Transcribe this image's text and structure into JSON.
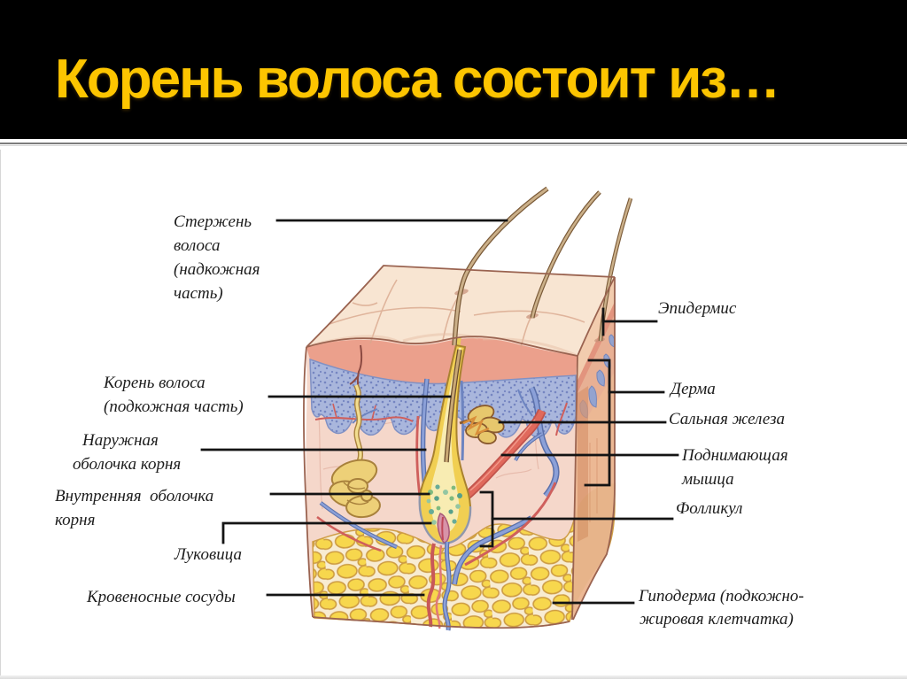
{
  "slide": {
    "title": "Корень волоса состоит из…"
  },
  "labels": {
    "shaft": [
      "Стержень",
      "волоса",
      "(надкожная",
      "часть)"
    ],
    "root": [
      "Корень волоса",
      "(подкожная часть)"
    ],
    "outer_sheath": [
      "Наружная",
      "оболочка корня"
    ],
    "inner_sheath": [
      "Внутренняя  оболочка",
      "корня"
    ],
    "bulb": [
      "Луковица"
    ],
    "vessels": [
      "Кровеносные сосуды"
    ],
    "epidermis": [
      "Эпидермис"
    ],
    "derma": [
      "Дерма"
    ],
    "sebaceous": [
      "Сальная железа"
    ],
    "muscle": [
      "Поднимающая",
      "мышца"
    ],
    "follicle": [
      "Фолликул"
    ],
    "hypoderm": [
      "Гиподерма (подкожно-",
      "жировая клетчатка)"
    ]
  },
  "colors": {
    "background": "#ffffff",
    "header_bg": "#000000",
    "title_gold": "#fdc500",
    "label_ink": "#1d1d1d",
    "leader_line": "#141414",
    "skin_cream": "#f8e5d2",
    "skin_pink_band": "#eba08c",
    "epidermis_blue": "#a9b6dc",
    "dermis_pink": "#f5d7ca",
    "fat_yellow": "#f7d74d",
    "fat_outline": "#cd9c42",
    "right_face_tan": "#ecb894",
    "follicle_yellow": "#f1cf52",
    "vessel_red": "#cf5f5c",
    "vessel_blue": "#6d84c0",
    "muscle_red": "#e0695c",
    "hair_brown": "#7a5a38"
  }
}
